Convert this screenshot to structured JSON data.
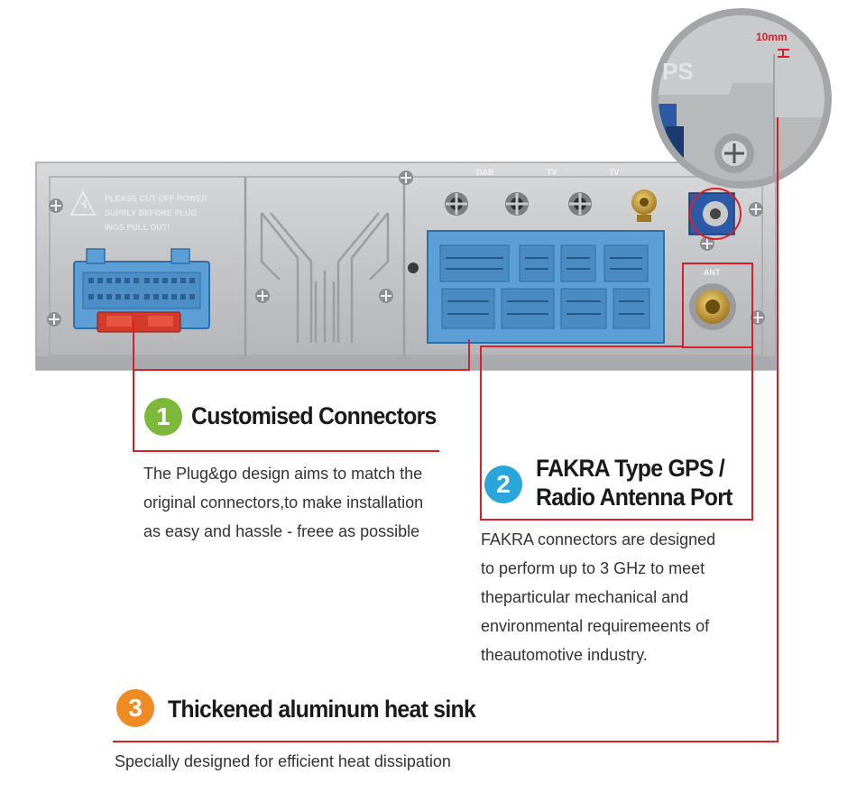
{
  "device": {
    "warning_lines": [
      "PLEASE CUT OFF POWER",
      "SUPPLY BEFORE PLUG",
      "INGS PULL OUT!"
    ],
    "port_labels": [
      "DAB",
      "TV",
      "TV"
    ],
    "ant_label": "ANT"
  },
  "zoom_callout": {
    "dimension_label": "10mm",
    "gps_text": "PS"
  },
  "features": [
    {
      "number": "1",
      "title": "Customised Connectors",
      "color": "#7cb83a",
      "lines": [
        "The Plug&go design aims to match the",
        "original connectors,to make installation",
        "as easy and hassle - freee as possible"
      ]
    },
    {
      "number": "2",
      "title_lines": [
        "FAKRA Type GPS /",
        "Radio Antenna Port"
      ],
      "color": "#2aa6dc",
      "lines": [
        "FAKRA connectors are designed",
        "to perform up to 3 GHz to meet",
        "theparticular mechanical and",
        "environmental requiremeents  of",
        "theautomotive industry."
      ]
    },
    {
      "number": "3",
      "title": "Thickened aluminum heat sink",
      "color": "#ee8b22",
      "lines": [
        "Specially designed for efficient heat dissipation"
      ]
    }
  ],
  "colors": {
    "leader_line": "#d9202a",
    "panel": "#c8c9cb",
    "connector_blue": "#5b9fd6"
  }
}
